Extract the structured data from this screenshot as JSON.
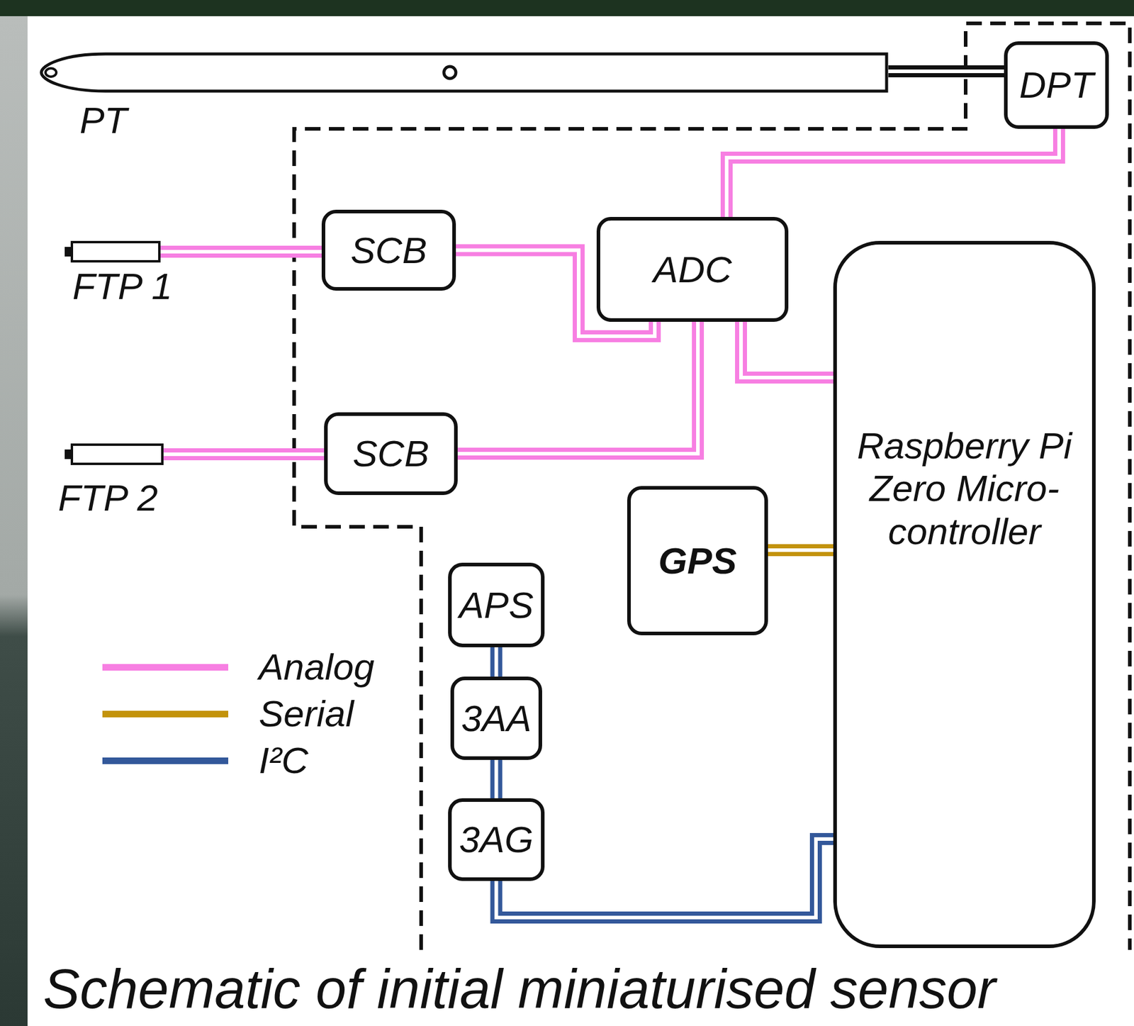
{
  "diagram": {
    "caption": "Schematic of initial miniaturised sensor",
    "nodes": [
      {
        "text": [
          "PT"
        ]
      },
      {
        "text": [
          "DPT"
        ]
      },
      {
        "text": [
          "FTP 1"
        ]
      },
      {
        "text": [
          "SCB"
        ]
      },
      {
        "text": [
          "ADC"
        ]
      },
      {
        "text": [
          "Raspberry Pi Zero Micro- controller"
        ]
      },
      {
        "text": [
          "FTP 2"
        ]
      },
      {
        "text": [
          "SCB"
        ]
      },
      {
        "text": [
          "GPS"
        ]
      },
      {
        "text": [
          "APS"
        ]
      },
      {
        "text": [
          "3AA"
        ]
      },
      {
        "text": [
          "3AG"
        ]
      }
    ],
    "edges": [
      {
        "from": 0,
        "to": 1,
        "arrow": "none"
      },
      {
        "from": 2,
        "to": 3,
        "arrow": "none"
      },
      {
        "from": 3,
        "to": 4,
        "arrow": "none"
      },
      {
        "from": 1,
        "to": 4,
        "arrow": "none"
      },
      {
        "from": 4,
        "to": 5,
        "arrow": "none"
      },
      {
        "from": 6,
        "to": 7,
        "arrow": "none"
      },
      {
        "from": 7,
        "to": 4,
        "arrow": "none"
      },
      {
        "from": 8,
        "to": 5,
        "arrow": "none"
      },
      {
        "from": 9,
        "to": 10,
        "arrow": "none"
      },
      {
        "from": 10,
        "to": 11,
        "arrow": "none"
      },
      {
        "from": 11,
        "to": 5,
        "arrow": "none"
      }
    ],
    "legend": [
      {
        "text": "Analog",
        "color": "#f77fe2"
      },
      {
        "text": "Serial",
        "color": "#c3930b"
      },
      {
        "text": "I²C",
        "color": "#33589a"
      }
    ]
  }
}
